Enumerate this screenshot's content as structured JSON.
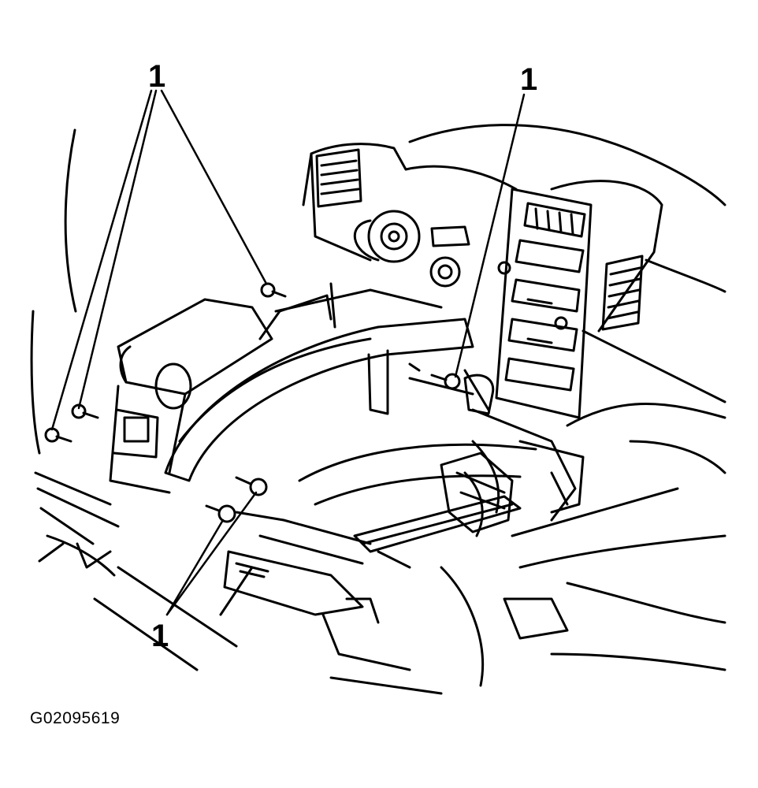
{
  "callouts": {
    "top_left": "1",
    "top_right": "1",
    "bottom": "1"
  },
  "figure_id": "G02095619",
  "colors": {
    "ink": "#000000",
    "paper": "#ffffff"
  }
}
